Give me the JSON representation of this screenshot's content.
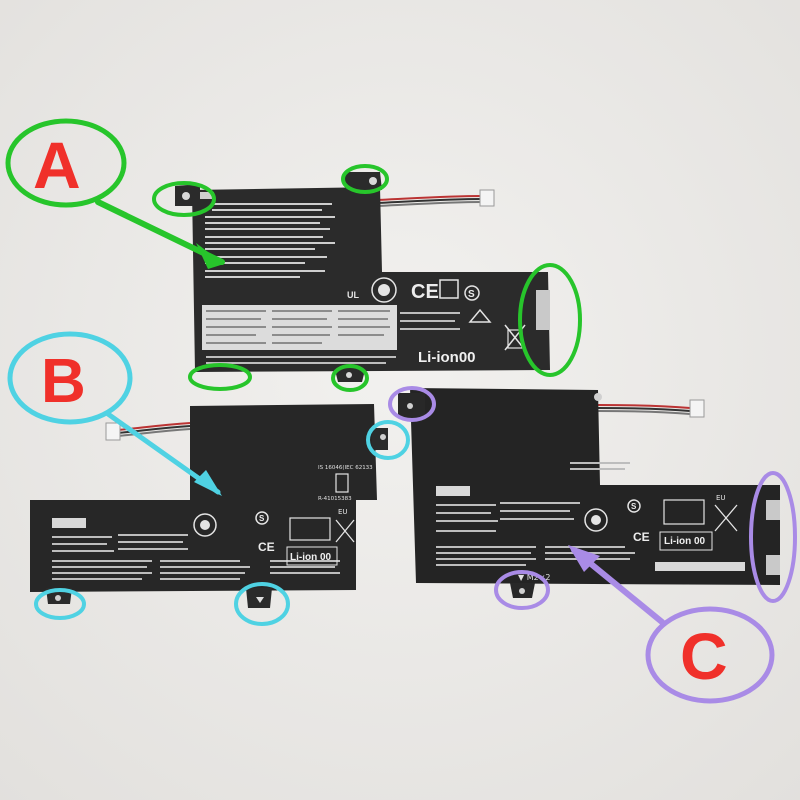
{
  "photo": {
    "background_color": "#ecebe9",
    "battery_color": "#2b2b2b"
  },
  "callouts": {
    "a": {
      "letter": "A",
      "circle_color": "#27c52b",
      "letter_color": "#f0302a"
    },
    "b": {
      "letter": "B",
      "circle_color": "#4fd2e3",
      "letter_color": "#f0302a"
    },
    "c": {
      "letter": "C",
      "circle_color": "#a98be6",
      "letter_color": "#f0302a"
    }
  },
  "battery_a": {
    "mark_li_ion": "Li-ion00",
    "mark_ce": "CE",
    "mark_s": "S",
    "mark_ul": "UL"
  },
  "battery_b": {
    "mark_li_ion": "Li-ion 00",
    "mark_ce": "CE",
    "mark_s": "S",
    "mark_eu": "EU",
    "mark_iec": "IS 16046(IEC 62133",
    "mark_r": "R-41015383"
  },
  "battery_c": {
    "mark_li_ion": "Li-ion 00",
    "mark_ce": "CE",
    "mark_s": "S",
    "mark_eu": "EU",
    "mark_m2": "▼ M2×2"
  }
}
